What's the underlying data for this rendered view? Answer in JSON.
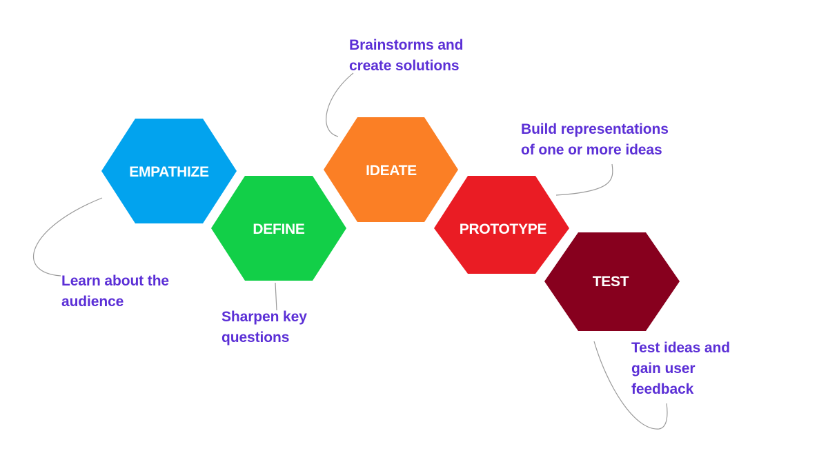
{
  "stages": [
    {
      "label": "EMPATHIZE",
      "color": "#02a3ee"
    },
    {
      "label": "DEFINE",
      "color": "#12cf48"
    },
    {
      "label": "IDEATE",
      "color": "#fb7f25"
    },
    {
      "label": "PROTOTYPE",
      "color": "#ea1c24"
    },
    {
      "label": "TEST",
      "color": "#87001e"
    }
  ],
  "notes": [
    {
      "text": "Learn about the\naudience"
    },
    {
      "text": "Sharpen key\nquestions"
    },
    {
      "text": "Brainstorms and\ncreate solutions"
    },
    {
      "text": "Build representations\nof one or more ideas"
    },
    {
      "text": "Test ideas and\ngain user\nfeedback"
    }
  ],
  "note_color": "#5b2fd6"
}
